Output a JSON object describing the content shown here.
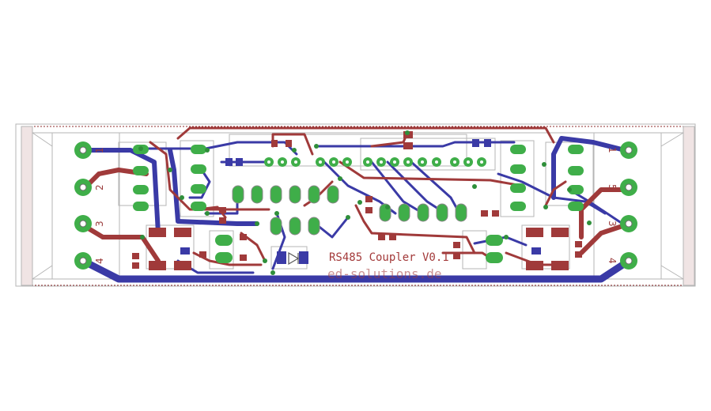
{
  "board": {
    "title": "RS485 Coupler V0.1",
    "website": "ed-solutions.de",
    "left_terminal_numbers": [
      "1",
      "2",
      "3",
      "4"
    ],
    "right_terminal_numbers": [
      "1",
      "5",
      "3",
      "4"
    ]
  },
  "colors": {
    "top_copper": "#a03a3a",
    "bottom_copper": "#3a3aa6",
    "pads": "#3fae49",
    "silkscreen": "#b0b0b0",
    "via": "#2f8f3a",
    "background": "#ffffff"
  }
}
